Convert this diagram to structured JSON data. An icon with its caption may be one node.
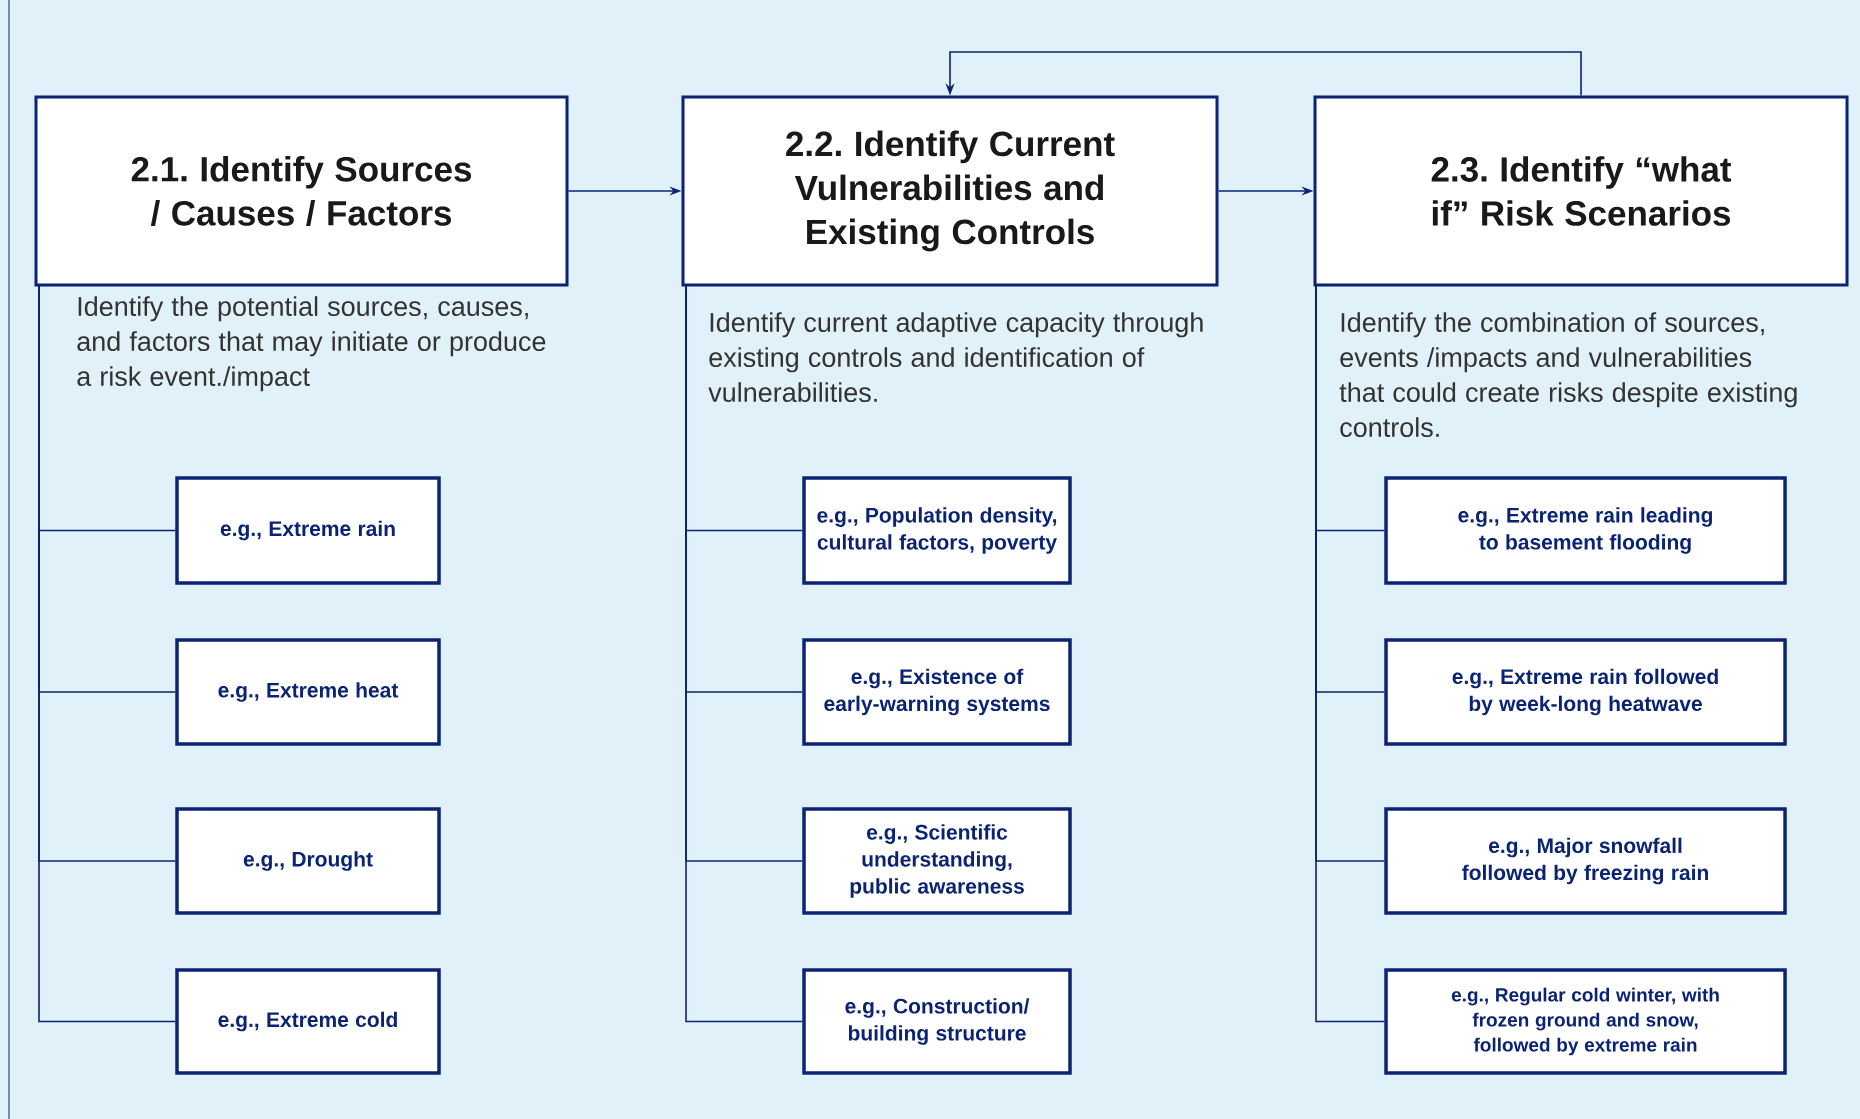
{
  "diagram": {
    "nodes": [
      {
        "text": [
          "2.1. Identify Sources / Causes / Factors"
        ],
        "beside": [
          "Identify the potential sources, causes, and factors that may initiate or produce a risk event./impact"
        ]
      },
      {
        "text": [
          "2.2. Identify Current Vulnerabilities and Existing Controls"
        ],
        "beside": [
          "Identify current adaptive capacity through existing controls and identification of vulnerabilities."
        ]
      },
      {
        "text": [
          "2.3. Identify “what if” Risk Scenarios"
        ],
        "beside": [
          "Identify the combination of sources, events /impacts and vulnerabilities that could create risks despite existing controls."
        ]
      },
      {
        "text": [
          "e.g., Extreme rain"
        ]
      },
      {
        "text": [
          "e.g., Extreme heat"
        ]
      },
      {
        "text": [
          "e.g., Drought"
        ]
      },
      {
        "text": [
          "e.g., Extreme cold"
        ]
      },
      {
        "text": [
          "e.g., Population density, cultural factors, poverty"
        ]
      },
      {
        "text": [
          "e.g., Existence of early-warning systems"
        ]
      },
      {
        "text": [
          "e.g., Scientific understanding, public awareness"
        ]
      },
      {
        "text": [
          "e.g., Construction/ building structure"
        ]
      },
      {
        "text": [
          "e.g., Extreme rain leading to basement flooding"
        ]
      },
      {
        "text": [
          "e.g., Extreme rain followed by week-long heatwave"
        ]
      },
      {
        "text": [
          "e.g., Major snowfall followed by freezing rain"
        ]
      },
      {
        "text": [
          "e.g., Regular cold winter, with frozen ground and snow, followed by extreme rain"
        ]
      }
    ],
    "edges": [
      {
        "from": 0,
        "to": 1,
        "arrow": "to"
      },
      {
        "from": 1,
        "to": 2,
        "arrow": "to"
      },
      {
        "from": 2,
        "to": 1,
        "arrow": "to"
      },
      {
        "from": 0,
        "to": 3,
        "arrow": "none"
      },
      {
        "from": 0,
        "to": 4,
        "arrow": "none"
      },
      {
        "from": 0,
        "to": 5,
        "arrow": "none"
      },
      {
        "from": 0,
        "to": 6,
        "arrow": "none"
      },
      {
        "from": 1,
        "to": 7,
        "arrow": "none"
      },
      {
        "from": 1,
        "to": 8,
        "arrow": "none"
      },
      {
        "from": 1,
        "to": 9,
        "arrow": "none"
      },
      {
        "from": 1,
        "to": 10,
        "arrow": "none"
      },
      {
        "from": 2,
        "to": 11,
        "arrow": "none"
      },
      {
        "from": 2,
        "to": 12,
        "arrow": "none"
      },
      {
        "from": 2,
        "to": 13,
        "arrow": "none"
      },
      {
        "from": 2,
        "to": 14,
        "arrow": "none"
      }
    ]
  }
}
